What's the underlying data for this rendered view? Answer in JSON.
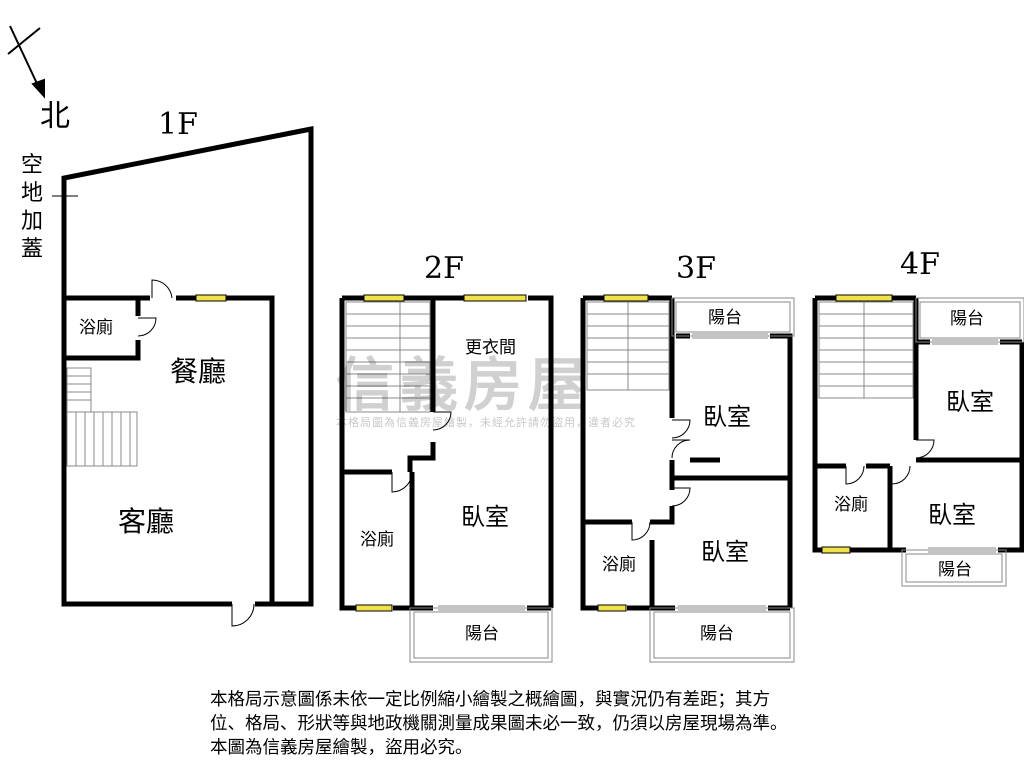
{
  "compass": {
    "north": "北"
  },
  "empty_lot_addition": [
    "空",
    "地",
    "加",
    "蓋"
  ],
  "floors": {
    "f1": {
      "label": "1F",
      "rooms": {
        "bath": "浴廁",
        "dining": "餐廳",
        "living": "客廳"
      }
    },
    "f2": {
      "label": "2F",
      "rooms": {
        "closet": "更衣間",
        "bath": "浴廁",
        "bedroom": "臥室",
        "balcony": "陽台"
      }
    },
    "f3": {
      "label": "3F",
      "rooms": {
        "balcony_top": "陽台",
        "bedroom_upper": "臥室",
        "bath": "浴廁",
        "bedroom_lower": "臥室",
        "balcony_bottom": "陽台"
      }
    },
    "f4": {
      "label": "4F",
      "rooms": {
        "balcony_top": "陽台",
        "bedroom_upper": "臥室",
        "bath": "浴廁",
        "bedroom_lower": "臥室",
        "balcony_bottom": "陽台"
      }
    }
  },
  "watermark": {
    "brand": "信義房屋",
    "sub": "本格局圖為信義房屋繪製，未經允許請勿盜用，違者必究"
  },
  "disclaimer": {
    "line1": "本格局示意圖係未依一定比例縮小繪製之概繪圖，與實況仍有差距；其方",
    "line2": "位、格局、形狀等與地政機關測量成果圖未必一致，仍須以房屋現場為準。",
    "line3": "本圖為信義房屋繪製，盜用必究。"
  },
  "colors": {
    "wall": "#000000",
    "window": "#f2e24a",
    "line": "#888888"
  }
}
